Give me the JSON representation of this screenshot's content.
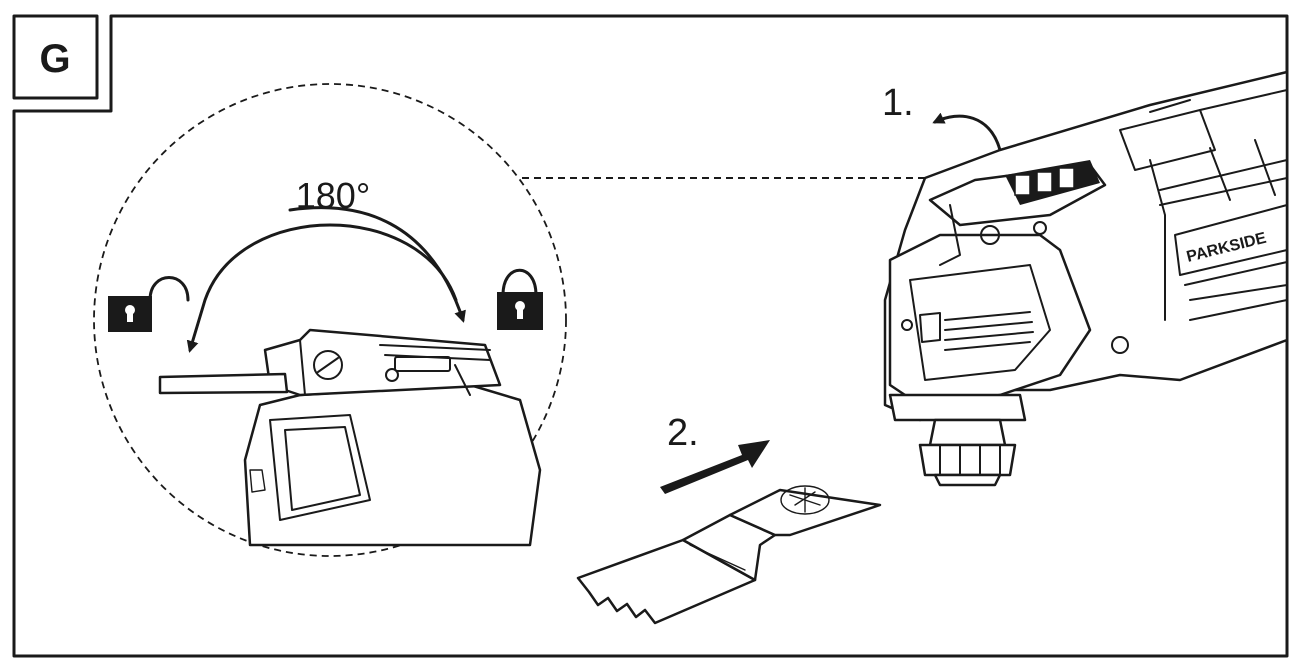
{
  "figure": {
    "badge_letter": "G",
    "step_1_label": "1.",
    "step_2_label": "2.",
    "angle_label": "180°",
    "brand_text": "PARKSIDE"
  },
  "icons": {
    "unlock": "padlock-open-icon",
    "lock": "padlock-closed-icon"
  },
  "colors": {
    "ink": "#1a1a1a",
    "paper": "#ffffff"
  }
}
